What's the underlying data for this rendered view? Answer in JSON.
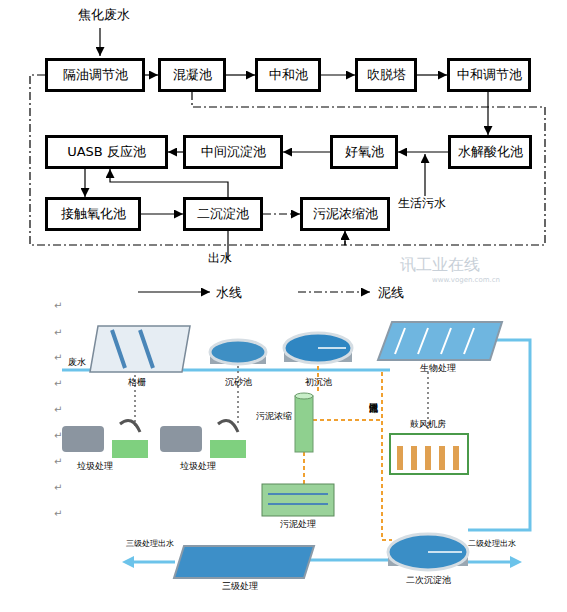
{
  "diagram": {
    "nodes": [
      {
        "text": [
          "隔油调节池"
        ]
      },
      {
        "text": [
          "混凝池"
        ]
      },
      {
        "text": [
          "中和池"
        ]
      },
      {
        "text": [
          "吹脱塔"
        ]
      },
      {
        "text": [
          "中和调节池"
        ]
      },
      {
        "text": [
          "UASB 反应池"
        ]
      },
      {
        "text": [
          "中间沉淀池"
        ]
      },
      {
        "text": [
          "好氧池"
        ]
      },
      {
        "text": [
          "水解酸化池"
        ]
      },
      {
        "text": [
          "接触氧化池"
        ]
      },
      {
        "text": [
          "二沉淀池"
        ]
      },
      {
        "text": [
          "污泥浓缩池"
        ]
      }
    ],
    "edges": [
      {
        "from": 0,
        "to": 1,
        "arrow": "to"
      },
      {
        "from": 1,
        "to": 2,
        "arrow": "to"
      },
      {
        "from": 2,
        "to": 3,
        "arrow": "to"
      },
      {
        "from": 3,
        "to": 4,
        "arrow": "to"
      },
      {
        "from": 4,
        "to": 8,
        "arrow": "to"
      },
      {
        "from": 8,
        "to": 7,
        "arrow": "to"
      },
      {
        "from": 7,
        "to": 6,
        "arrow": "to"
      },
      {
        "from": 6,
        "to": 5,
        "arrow": "to"
      },
      {
        "from": 5,
        "to": 9,
        "arrow": "to"
      },
      {
        "from": 9,
        "to": 10,
        "arrow": "to"
      },
      {
        "from": 10,
        "to": 11,
        "arrow": "to"
      },
      {
        "from": 10,
        "to": 5,
        "arrow": "to"
      },
      {
        "from": 0,
        "to": 11,
        "arrow": "to"
      },
      {
        "from": 1,
        "to": 11,
        "arrow": "to"
      }
    ],
    "labels": [
      "焦化废水",
      "生活污水",
      "出水",
      "讯工业在线",
      "www.vogen.com.cn",
      "↵",
      "↵",
      "↵",
      "↵",
      "↵",
      "↵",
      "↵",
      "↵",
      "↵",
      "废水",
      "格栅",
      "沉砂池",
      "初沉池",
      "生物处理",
      "污泥浓缩",
      "部分污泥回流",
      "鼓风机房",
      "垃圾处理",
      "垃圾处理",
      "污泥处理",
      "三级处理出水",
      "三级处理",
      "二次沉淀池",
      "二级处理出水"
    ],
    "legend": [
      {
        "text": "水线"
      },
      {
        "text": "泥线"
      }
    ]
  }
}
